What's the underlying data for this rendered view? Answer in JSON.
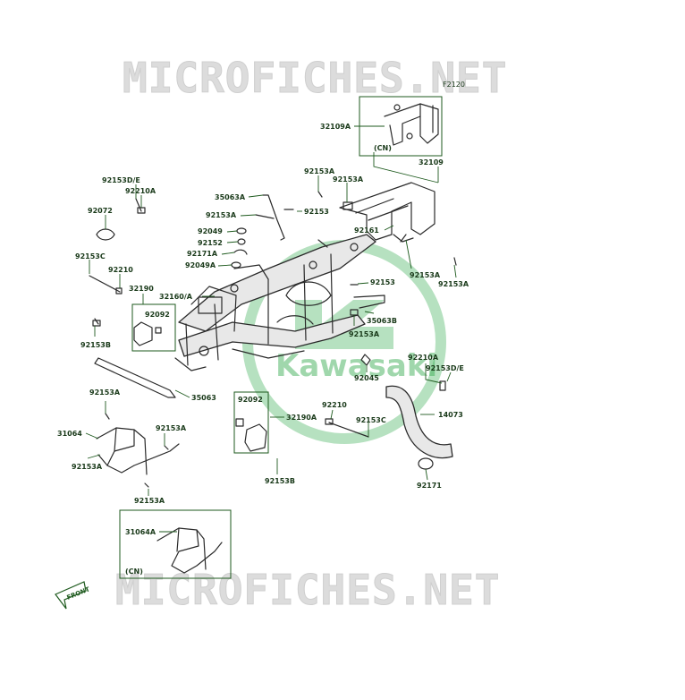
{
  "watermark": "MICROFICHES.NET",
  "brand": "Kawasaki",
  "figure_code": "F2120",
  "front_label": "FRONT",
  "variant_label": "(CN)",
  "colors": {
    "label": "#1a3a1a",
    "leader": "#1e5a1e",
    "logo": "#2fa84a",
    "watermark": "#dcdcdc"
  },
  "labels": {
    "p32109A": "32109A",
    "p32109": "32109",
    "p92153DE_a": "92153D/E",
    "p92210A_a": "92210A",
    "p92072": "92072",
    "p35063A": "35063A",
    "p92153A_1": "92153A",
    "p92153A_2": "92153A",
    "p92153A_3": "92153A",
    "p92153_a": "92153",
    "p92049": "92049",
    "p92152": "92152",
    "p92171A": "92171A",
    "p92049A": "92049A",
    "p92161": "92161",
    "p92153C_a": "92153C",
    "p92210_a": "92210",
    "p32190": "32190",
    "p32160A": "32160/A",
    "p92092_a": "92092",
    "p92153B_a": "92153B",
    "p92153A_4": "92153A",
    "p92153A_5": "92153A",
    "p92153_b": "92153",
    "p35063B": "35063B",
    "p92153A_6": "92153A",
    "p92210A_b": "92210A",
    "p92153DE_b": "92153D/E",
    "p92045": "92045",
    "p35063": "35063",
    "p92153A_7": "92153A",
    "p92092_b": "92092",
    "p32190A": "32190A",
    "p92210_b": "92210",
    "p92153C_b": "92153C",
    "p14073": "14073",
    "p31064": "31064",
    "p92153A_8": "92153A",
    "p92153A_9": "92153A",
    "p92153B_b": "92153B",
    "p92171": "92171",
    "p92153A_10": "92153A",
    "p31064A": "31064A"
  }
}
